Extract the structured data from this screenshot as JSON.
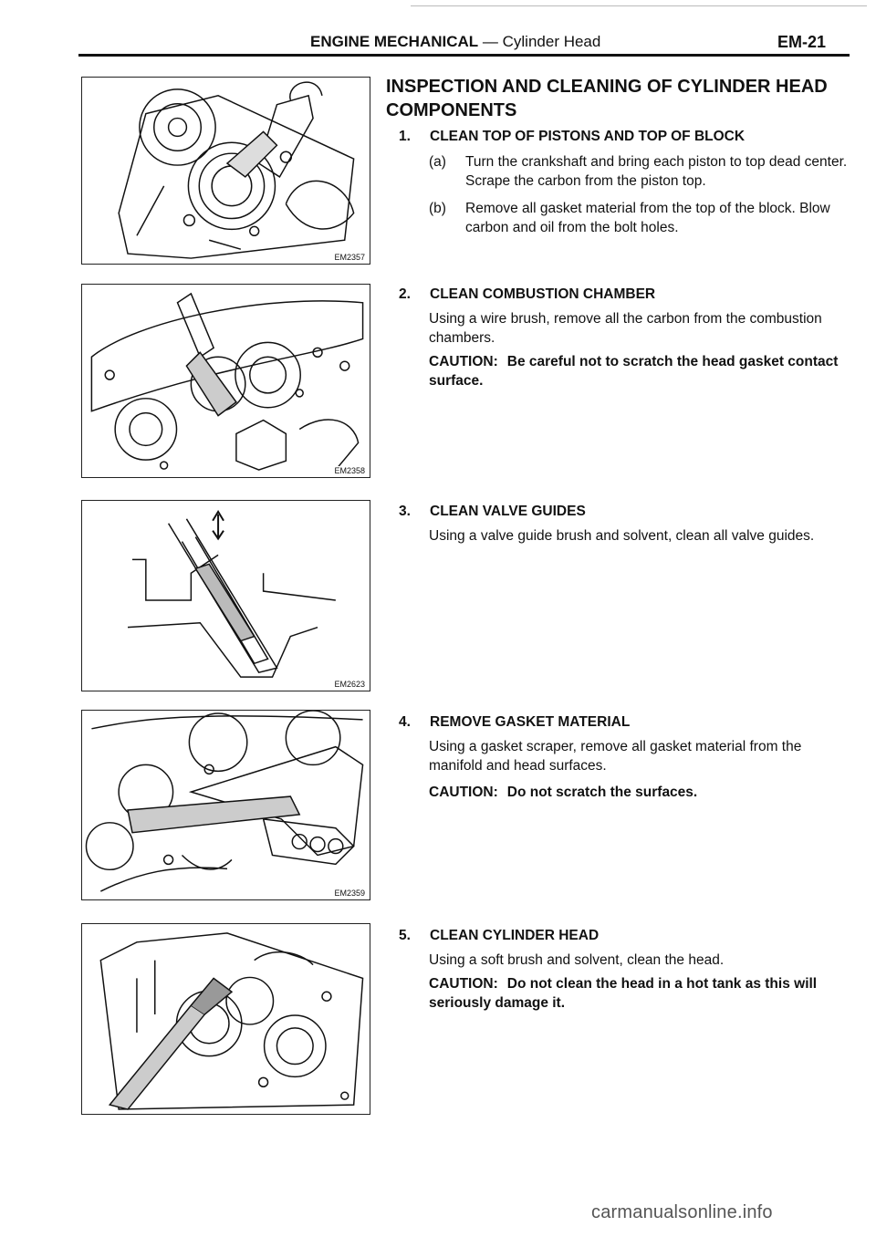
{
  "header": {
    "section": "ENGINE MECHANICAL",
    "dash": " — ",
    "subsection": "Cylinder Head",
    "page": "EM-21"
  },
  "title": "INSPECTION AND CLEANING OF CYLINDER HEAD COMPONENTS",
  "figures": [
    {
      "label": "EM2357"
    },
    {
      "label": "EM2358"
    },
    {
      "label": "EM2623"
    },
    {
      "label": "EM2359"
    },
    {
      "label": ""
    }
  ],
  "steps": [
    {
      "num": "1.",
      "heading": "CLEAN TOP OF PISTONS AND TOP OF BLOCK",
      "subs": [
        {
          "key": "(a)",
          "text": "Turn the crankshaft and bring each piston to top dead center. Scrape the carbon from the piston top."
        },
        {
          "key": "(b)",
          "text": "Remove all gasket material from the top of the block. Blow carbon and oil from the bolt holes."
        }
      ]
    },
    {
      "num": "2.",
      "heading": "CLEAN COMBUSTION CHAMBER",
      "body": "Using a wire brush, remove all the carbon from the combustion chambers.",
      "caution_label": "CAUTION:",
      "caution": "Be careful not to scratch the head gasket contact surface."
    },
    {
      "num": "3.",
      "heading": "CLEAN VALVE GUIDES",
      "body": "Using a valve guide brush and solvent, clean all valve guides."
    },
    {
      "num": "4.",
      "heading": "REMOVE GASKET MATERIAL",
      "body": "Using a gasket scraper, remove all gasket material from the manifold and head surfaces.",
      "caution_label": "CAUTION:",
      "caution": "Do not scratch the surfaces."
    },
    {
      "num": "5.",
      "heading": "CLEAN CYLINDER HEAD",
      "body": "Using a soft brush and solvent, clean the head.",
      "caution_label": "CAUTION:",
      "caution": "Do not clean the head in a hot tank as this will seriously damage it."
    }
  ],
  "footer": "carmanualsonline.info"
}
